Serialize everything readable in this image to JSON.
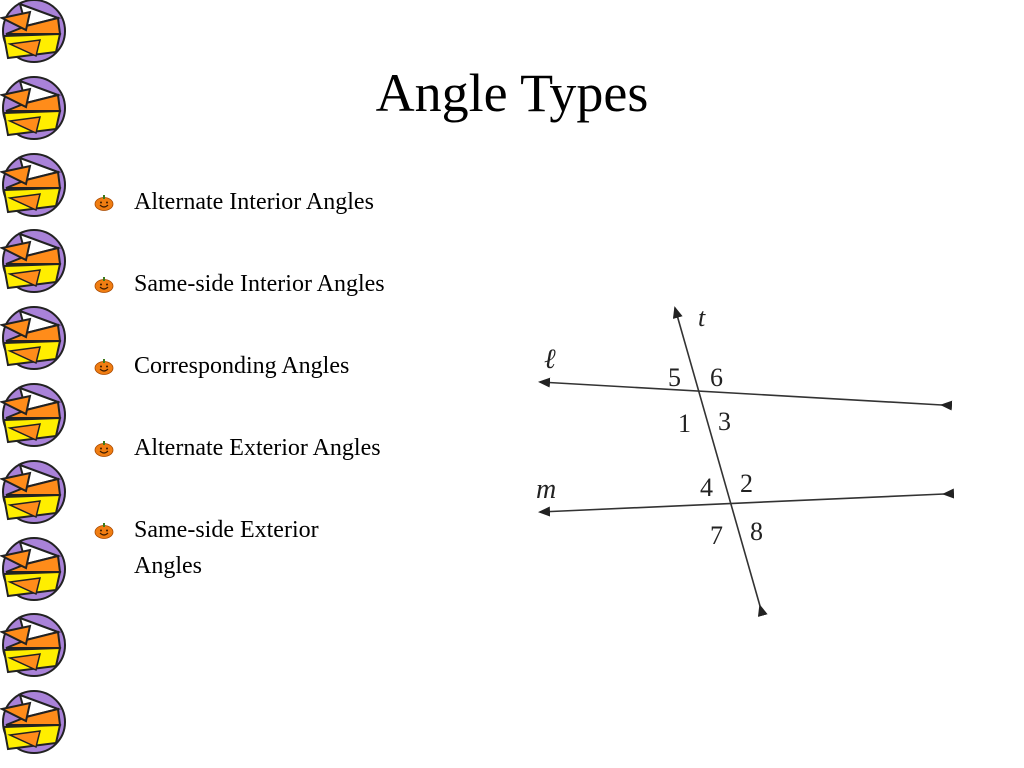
{
  "slide": {
    "title": "Angle Types",
    "bullets": [
      {
        "label": "Alternate Interior Angles"
      },
      {
        "label": "Same-side Interior Angles"
      },
      {
        "label": "Corresponding Angles"
      },
      {
        "label": "Alternate Exterior Angles"
      },
      {
        "label": "Same-side Exterior Angles"
      }
    ]
  },
  "diagram": {
    "line_labels": {
      "transversal": "t",
      "top_line": "ℓ",
      "bottom_line": "m"
    },
    "angle_labels": [
      "5",
      "6",
      "1",
      "3",
      "4",
      "2",
      "7",
      "8"
    ]
  },
  "decor": {
    "border_icon": "candy-corn-icon",
    "bullet_icon": "pumpkin-icon",
    "colors": {
      "purple": "#a982d8",
      "orange": "#ff8c1a",
      "yellow": "#ffee00",
      "white": "#ffffff"
    }
  }
}
